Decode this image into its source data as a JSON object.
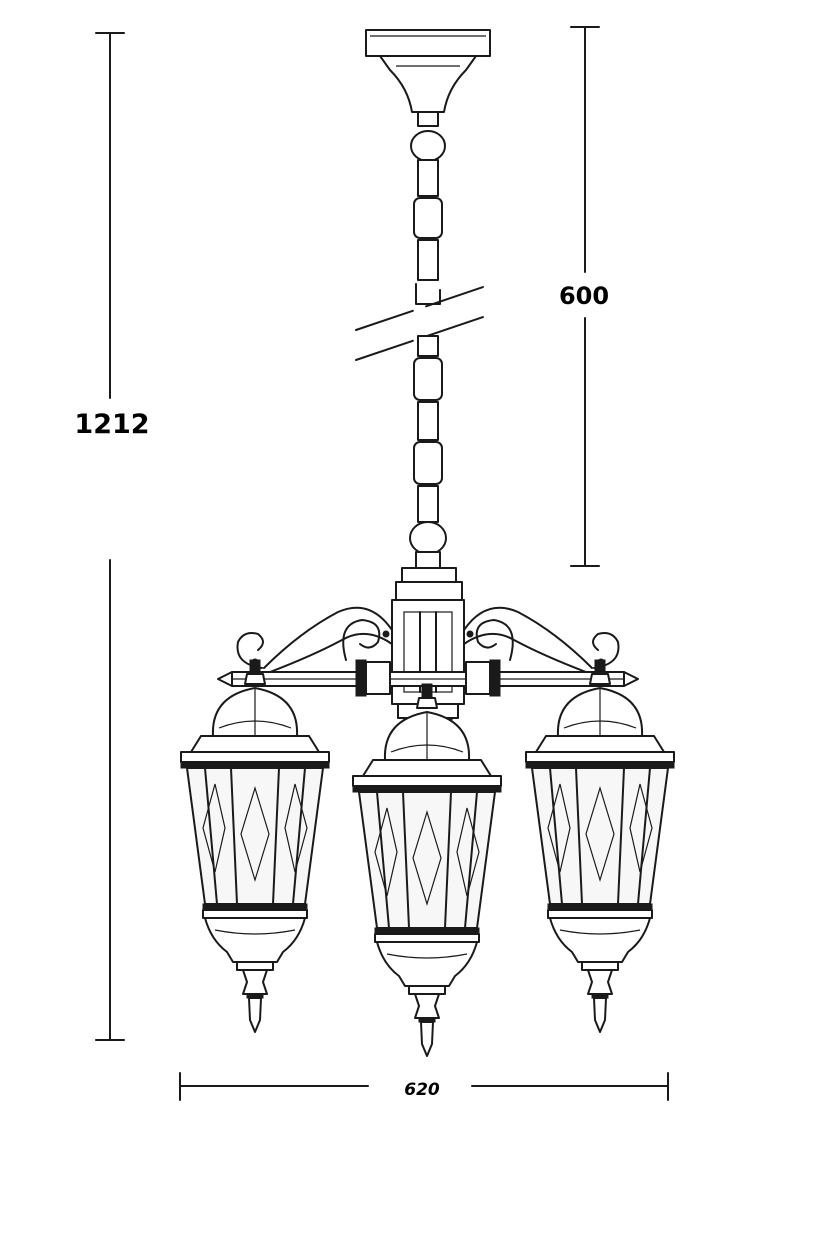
{
  "diagram": {
    "dimensions": {
      "total_height": "1212",
      "chain_length": "600",
      "width": "620"
    },
    "lantern_count": 3,
    "colors": {
      "line": "#1a1a1a",
      "background": "#ffffff"
    }
  }
}
